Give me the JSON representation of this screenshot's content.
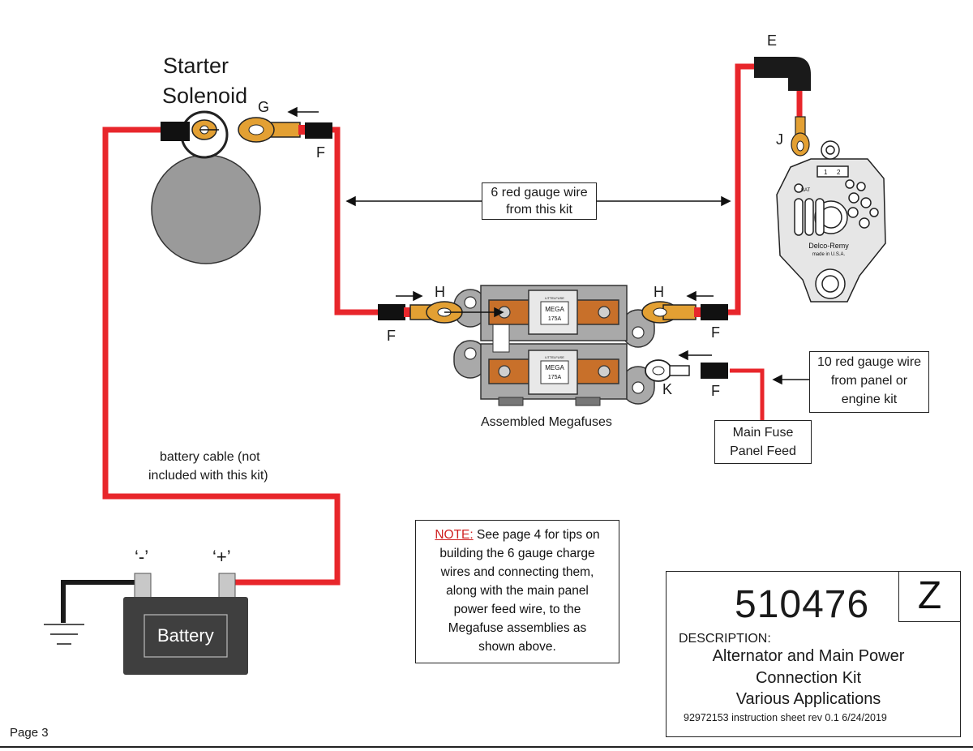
{
  "labels": {
    "starter_solenoid_line1": "Starter",
    "starter_solenoid_line2": "Solenoid",
    "G": "G",
    "F_top": "F",
    "E": "E",
    "J": "J",
    "H_left": "H",
    "F_left": "F",
    "H_right": "H",
    "F_right": "F",
    "K": "K",
    "F_bottom": "F",
    "assembled_megafuses": "Assembled Megafuses",
    "battery_cable_line1": "battery cable (not",
    "battery_cable_line2": "included with this kit)",
    "battery": "Battery",
    "neg_terminal": "‘-’",
    "pos_terminal": "‘+’",
    "page": "Page 3"
  },
  "fuse_text": {
    "top_brand": "LITTELFUSE",
    "top_line1": "MEGA",
    "top_line2": "175A",
    "bottom_brand": "LITTELFUSE",
    "bottom_line1": "MEGA",
    "bottom_line2": "175A"
  },
  "alternator_text": {
    "brand": "Delco-Remy",
    "made": "made in U.S.A.",
    "bat": "BAT",
    "pin1": "1",
    "pin2": "2"
  },
  "callouts": {
    "six_gauge_line1": "6 red gauge wire",
    "six_gauge_line2": "from this kit",
    "ten_gauge_line1": "10 red gauge wire",
    "ten_gauge_line2": "from panel or",
    "ten_gauge_line3": "engine kit",
    "main_fuse_line1": "Main Fuse",
    "main_fuse_line2": "Panel Feed"
  },
  "note": {
    "prefix": "NOTE:",
    "line1": " See page 4 for tips on",
    "line2": "building the 6 gauge charge",
    "line3": "wires and connecting them,",
    "line4": "along with the main panel",
    "line5": "power feed wire, to the",
    "line6": "Megafuse assemblies as",
    "line7": "shown above."
  },
  "title_block": {
    "part_number": "510476",
    "revision": "Z",
    "description_label": "DESCRIPTION:",
    "desc_line1": "Alternator and Main Power",
    "desc_line2": "Connection Kit",
    "desc_line3": "Various Applications",
    "doc_info": "92972153  instruction sheet  rev 0.1  6/24/2019"
  },
  "colors": {
    "wire_red": "#e8262b",
    "lug_orange": "#e3a033",
    "megafuse_body": "#a9a9a9",
    "solenoid_grey": "#9a9a9a",
    "battery_body": "#3f3f3f"
  }
}
